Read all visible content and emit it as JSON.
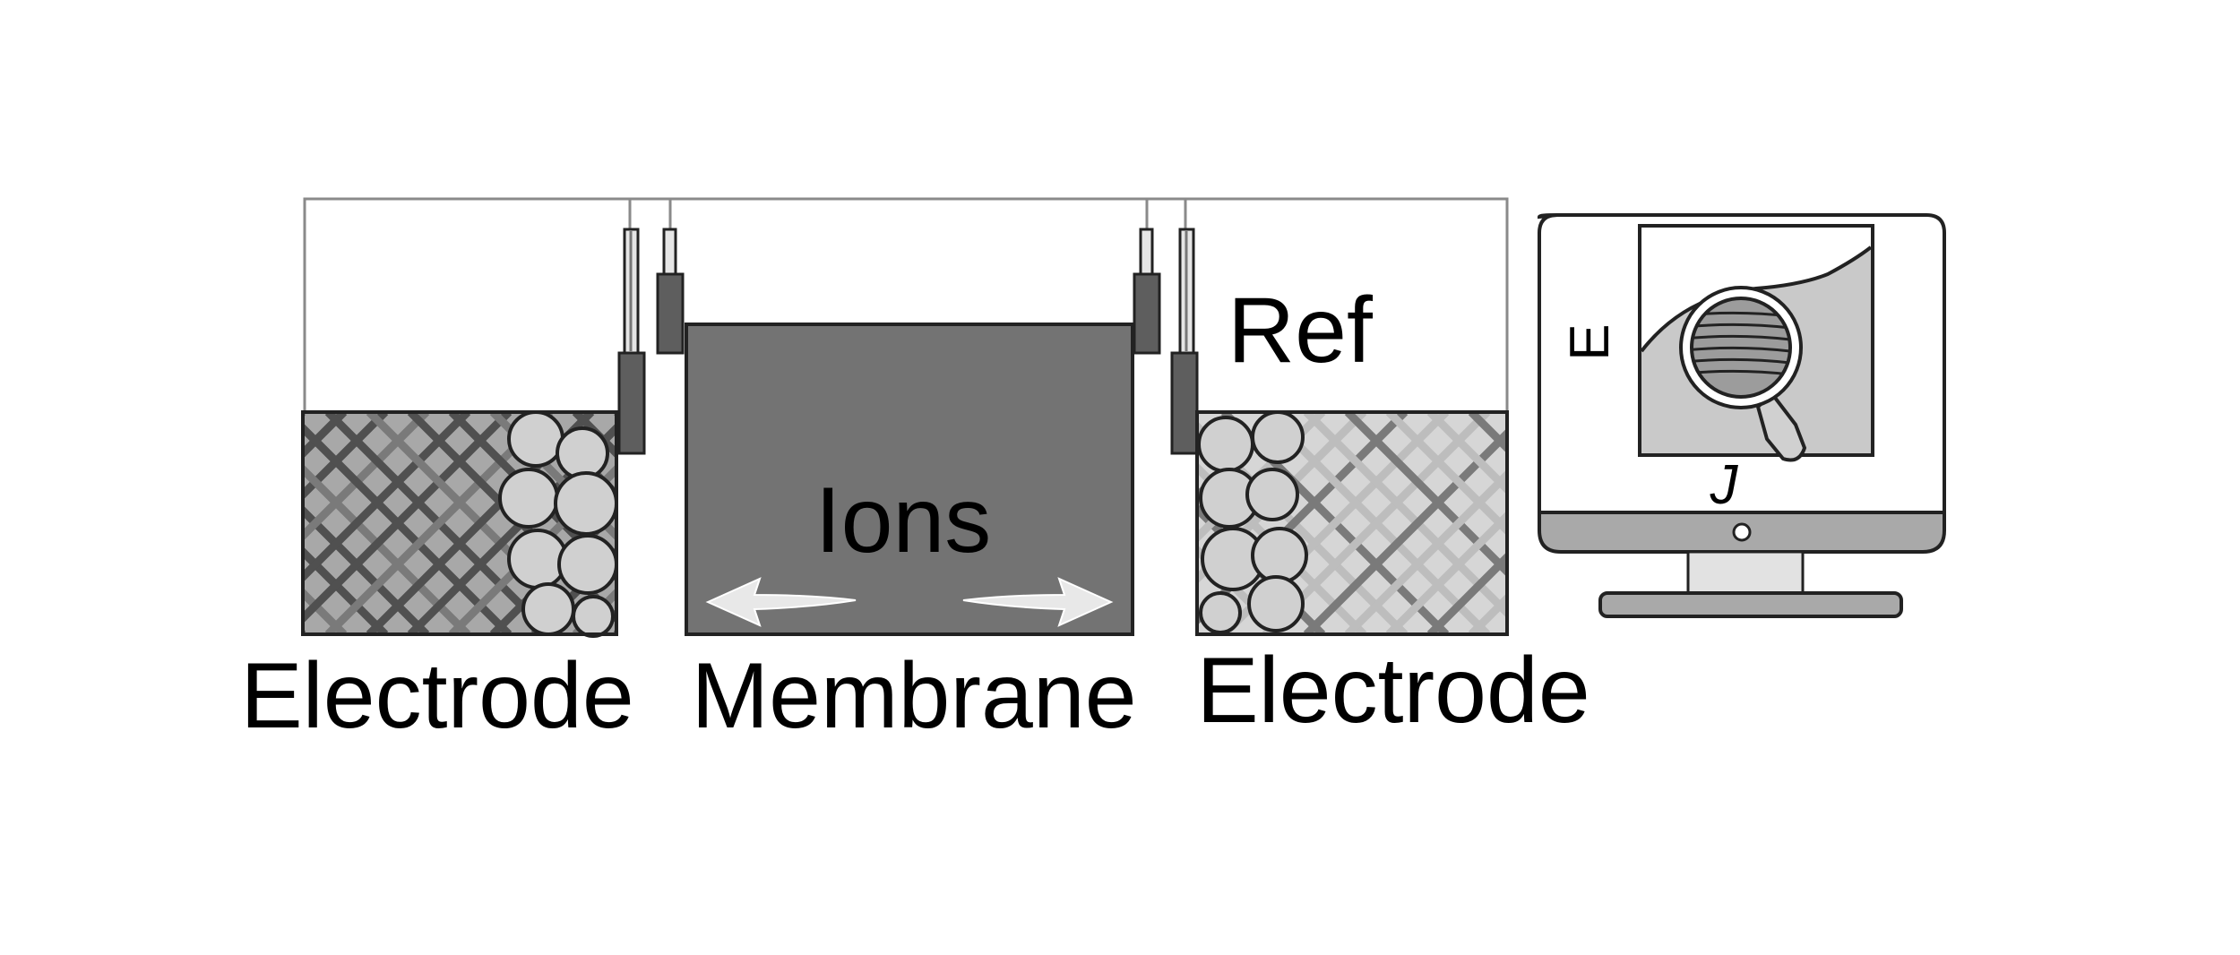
{
  "labels": {
    "left_electrode": "Electrode",
    "membrane": "Membrane",
    "right_electrode": "Electrode",
    "ions": "Ions",
    "reference": "Ref"
  },
  "monitor": {
    "y_axis": "E",
    "x_axis": "J"
  },
  "icons": {
    "magnifier": "magnifier-icon",
    "monitor": "computer-monitor-icon",
    "arrows": "bidirectional-arrow-icon"
  },
  "colors": {
    "membrane": "#737373",
    "electrode_fill_left": "#a8a8a8",
    "electrode_fill_right": "#d6d6d6",
    "mesh_dark": "#505050",
    "mesh_mid": "#7a7a7a",
    "mesh_light": "#bdbdbd",
    "particle": "#d0d0d0",
    "wire": "#8a8a8a",
    "contact": "#5e5e5e",
    "monitor_bezel": "#a9a9a9",
    "plot_fill": "#c9c9c9"
  }
}
